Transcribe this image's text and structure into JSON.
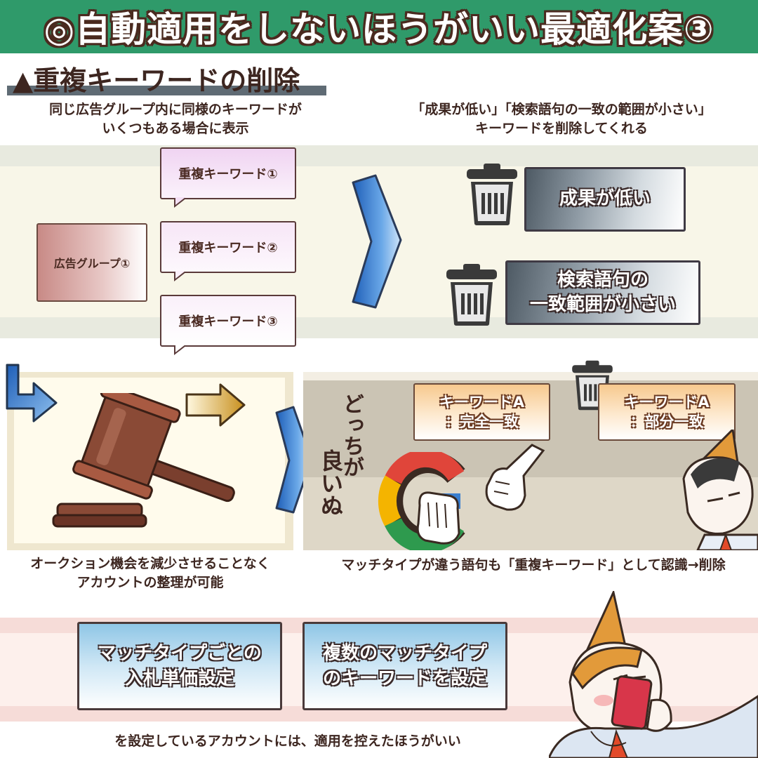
{
  "header": {
    "title": "◎自動適用をしないほうがいい最適化案③"
  },
  "section": {
    "heading": "▲重複キーワードの削除"
  },
  "captions": {
    "top_left": [
      "同じ広告グループ内に同様のキーワードが",
      "いくつもある場合に表示"
    ],
    "top_right": [
      "「成果が低い」「検索語句の一致の範囲が小さい」",
      "キーワードを削除してくれる"
    ],
    "mid_left": [
      "オークション機会を減少させることなく",
      "アカウントの整理が可能"
    ],
    "mid_right": "マッチタイプが違う語句も「重複キーワード」として認識→削除",
    "bottom": "を設定しているアカウントには、適用を控えたほうがいい"
  },
  "ad_group": {
    "label": "広告グループ①"
  },
  "bubbles": [
    {
      "label": "重複キーワード①"
    },
    {
      "label": "重複キーワード②"
    },
    {
      "label": "重複キーワード③"
    }
  ],
  "results": [
    {
      "lines": [
        "成果が低い"
      ]
    },
    {
      "lines": [
        "検索語句の",
        "一致範囲が小さい"
      ]
    }
  ],
  "keywords": [
    {
      "lines": [
        "キーワードA",
        "：完全一致"
      ]
    },
    {
      "lines": [
        "キーワードA",
        "：部分一致"
      ]
    }
  ],
  "sound_effects": {
    "which": "どっちが",
    "good": "良いぬ"
  },
  "info_boxes": [
    {
      "lines": [
        "マッチタイプごとの",
        "入札単価設定"
      ]
    },
    {
      "lines": [
        "複数のマッチタイプ",
        "のキーワードを設定"
      ]
    }
  ],
  "colors": {
    "header_bg": "#2f9a6a",
    "band_bg": "#f8f6e8",
    "bottom_band_bg": "#fdf0ec",
    "arrow_blue": "#3a7fd0",
    "arrow_gold": "#d8a93a"
  },
  "icons": [
    "trash-icon",
    "blue-arrow-icon",
    "gold-arrow-icon",
    "gavel-icon",
    "google-g-logo",
    "pointing-hand-icon"
  ]
}
